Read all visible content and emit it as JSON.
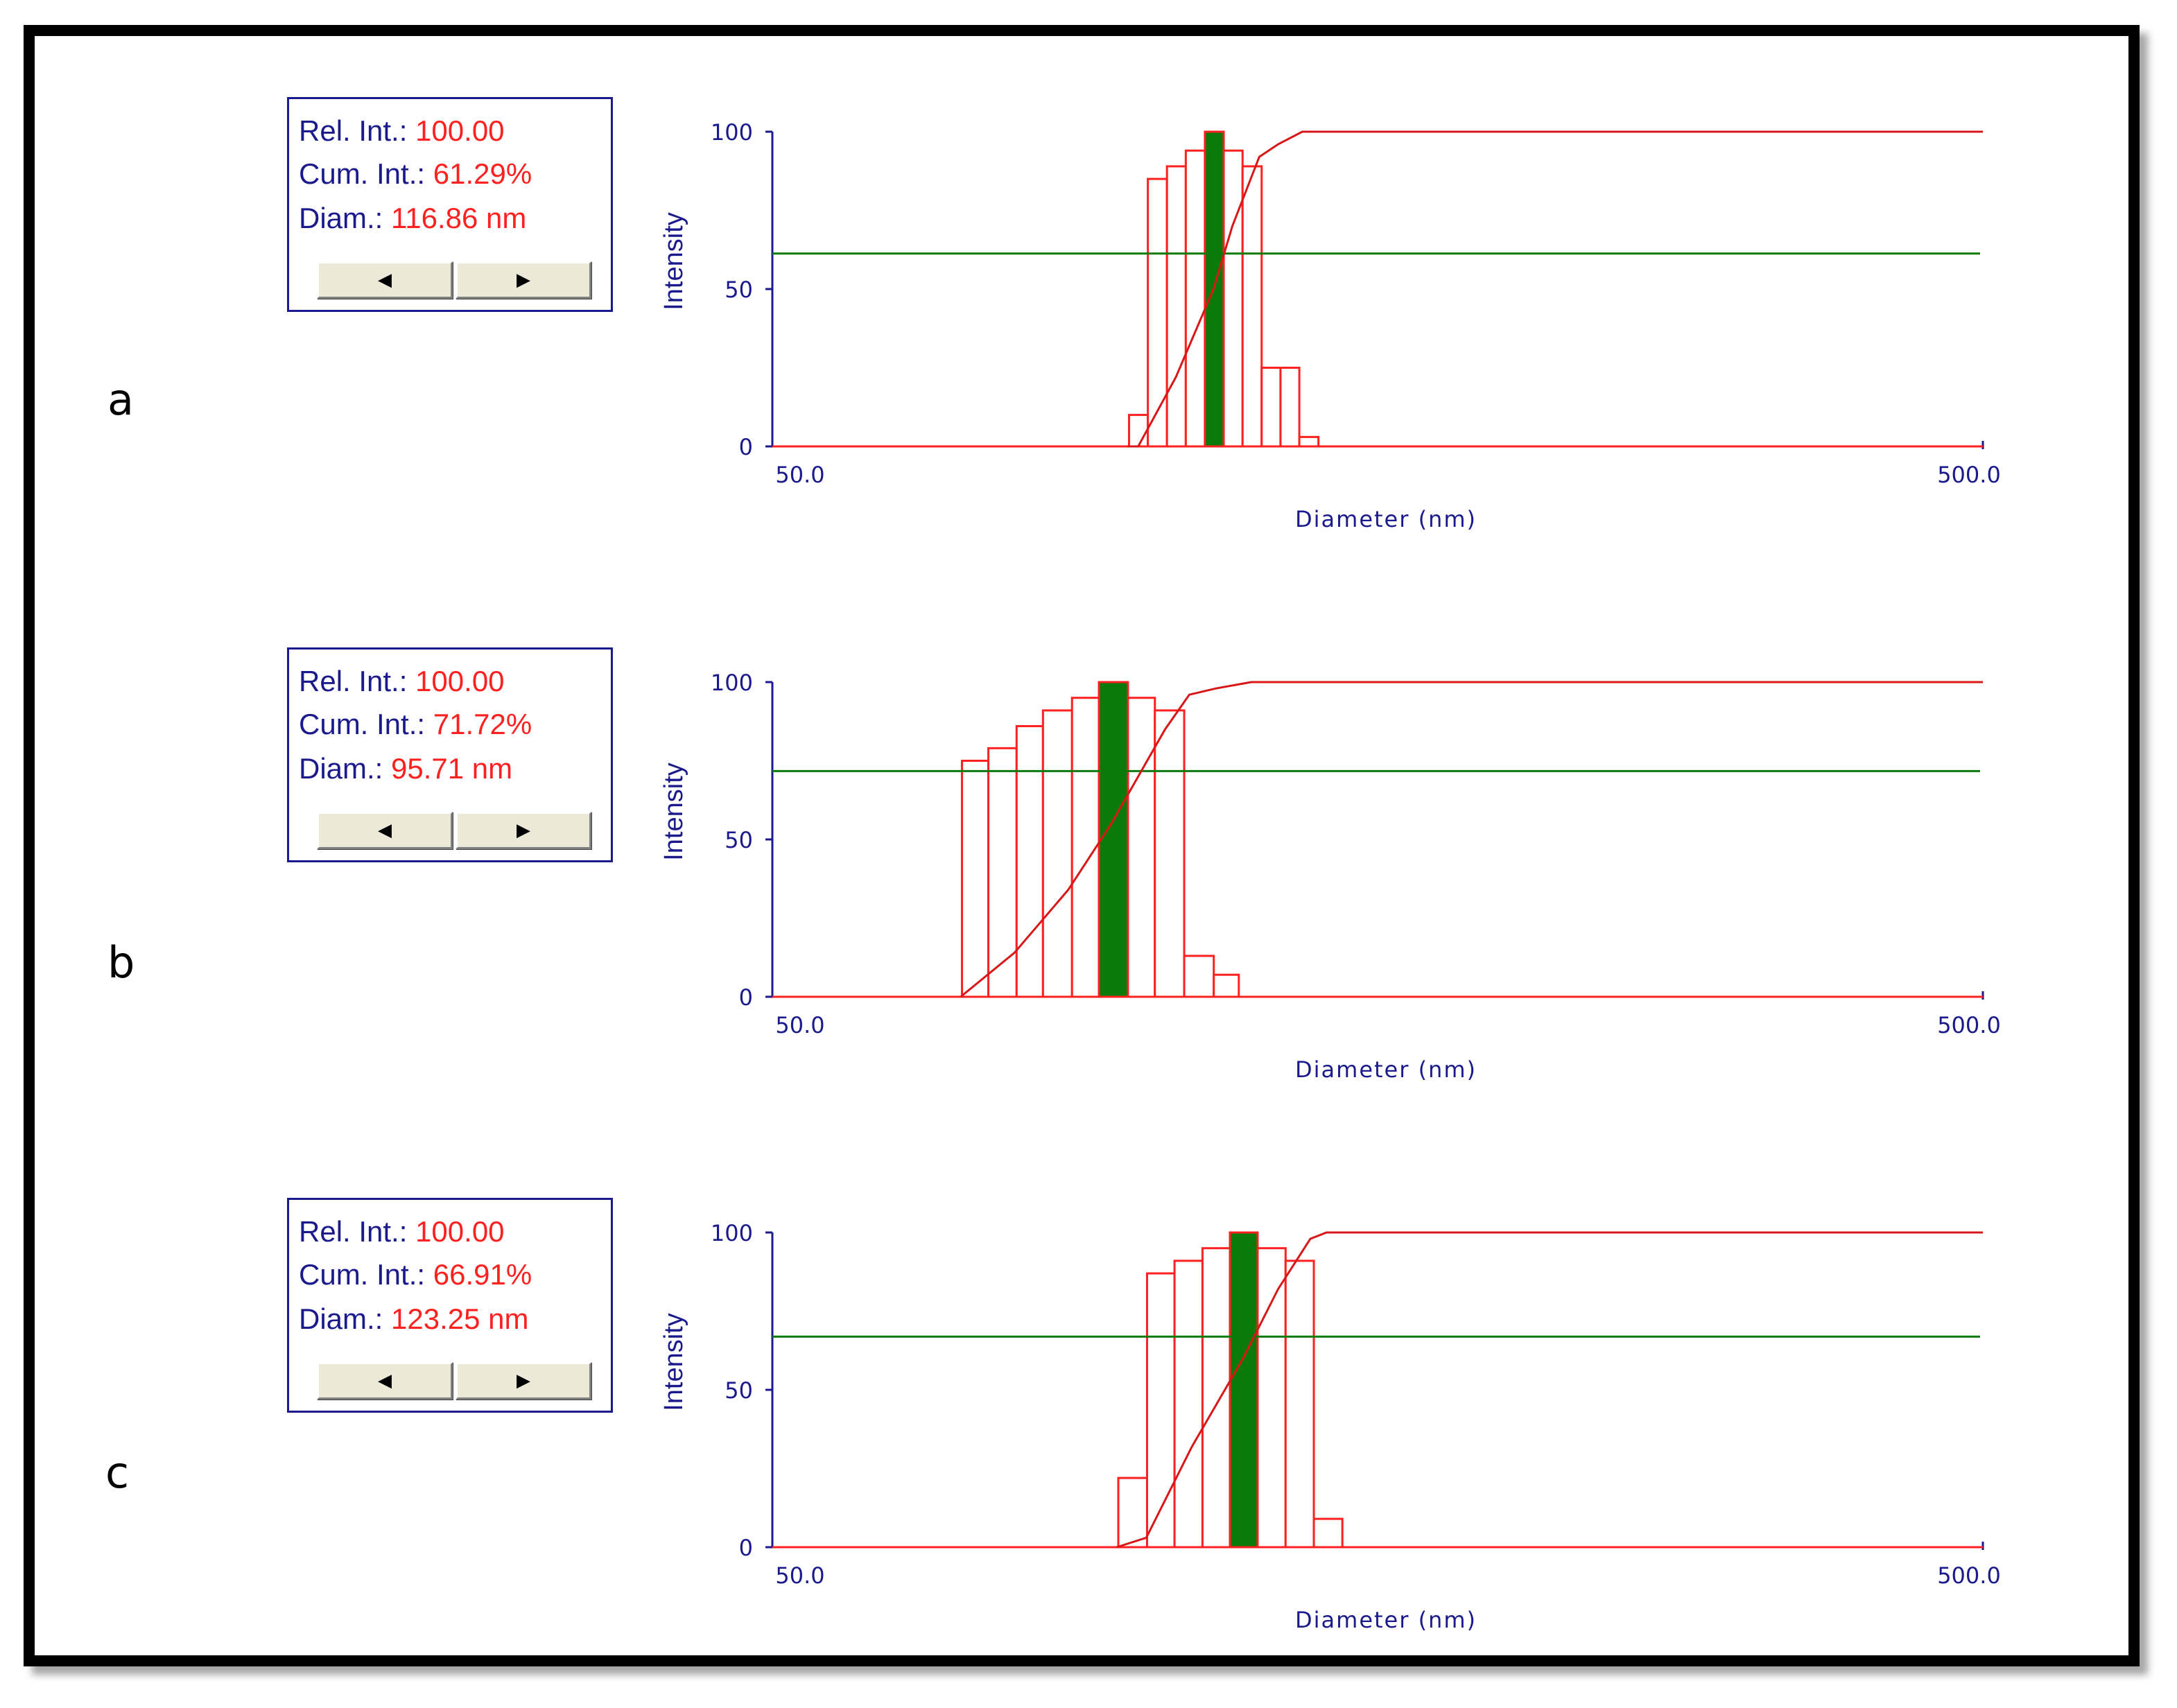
{
  "colors": {
    "bar": "#ff2020",
    "highlight": "#0a7a0a",
    "axis": "#1a1a8c",
    "cumulative": "#d81818",
    "marker": "#0a7a0a"
  },
  "panels": [
    {
      "letter": "a",
      "info": {
        "rel_label": "Rel. Int.:",
        "rel_value": "100.00",
        "cum_label": "Cum. Int.:",
        "cum_value": "61.29%",
        "diam_label": "Diam.:",
        "diam_value": "116.86 nm"
      },
      "prev_icon": "◀",
      "next_icon": "▶"
    },
    {
      "letter": "b",
      "info": {
        "rel_label": "Rel. Int.:",
        "rel_value": "100.00",
        "cum_label": "Cum. Int.:",
        "cum_value": "71.72%",
        "diam_label": "Diam.:",
        "diam_value": "95.71 nm"
      },
      "prev_icon": "◀",
      "next_icon": "▶"
    },
    {
      "letter": "c",
      "info": {
        "rel_label": "Rel. Int.:",
        "rel_value": "100.00",
        "cum_label": "Cum. Int.:",
        "cum_value": "66.91%",
        "diam_label": "Diam.:",
        "diam_value": "123.25 nm"
      },
      "prev_icon": "◀",
      "next_icon": "▶"
    }
  ],
  "chart_data": [
    {
      "type": "bar",
      "xlabel": "Diameter (nm)",
      "ylabel": "Intensity",
      "xlim": [
        50.0,
        500.0
      ],
      "ylim": [
        0,
        100
      ],
      "x_tick_labels": [
        "50.0",
        "500.0"
      ],
      "y_tick_labels": [
        "0",
        "50",
        "100"
      ],
      "bins": [
        [
          182.6,
          189.6,
          10
        ],
        [
          189.6,
          196.7,
          85
        ],
        [
          196.7,
          203.7,
          89
        ],
        [
          203.7,
          210.8,
          94
        ],
        [
          210.8,
          217.8,
          100
        ],
        [
          217.8,
          224.8,
          94
        ],
        [
          224.8,
          231.9,
          89
        ],
        [
          231.9,
          238.9,
          25
        ],
        [
          238.9,
          245.9,
          25
        ],
        [
          245.9,
          253.0,
          3
        ]
      ],
      "highlight_bin": 4,
      "cumulative": [
        [
          182,
          0
        ],
        [
          186,
          0
        ],
        [
          200,
          22
        ],
        [
          214,
          50
        ],
        [
          221,
          70
        ],
        [
          231,
          92
        ],
        [
          238,
          96
        ],
        [
          247,
          100
        ],
        [
          500,
          100
        ]
      ],
      "marker_level": 61.29
    },
    {
      "type": "bar",
      "xlabel": "Diameter (nm)",
      "ylabel": "Intensity",
      "xlim": [
        50.0,
        500.0
      ],
      "ylim": [
        0,
        100
      ],
      "x_tick_labels": [
        "50.0",
        "500.0"
      ],
      "y_tick_labels": [
        "0",
        "50",
        "100"
      ],
      "bins": [
        [
          120.5,
          130.3,
          75
        ],
        [
          130.3,
          140.8,
          79
        ],
        [
          140.8,
          150.6,
          86
        ],
        [
          150.6,
          161.4,
          91
        ],
        [
          161.4,
          171.4,
          95
        ],
        [
          171.4,
          182.2,
          100
        ],
        [
          182.2,
          192.2,
          95
        ],
        [
          192.2,
          203.1,
          91
        ],
        [
          203.1,
          214.1,
          13
        ],
        [
          214.1,
          223.4,
          7
        ]
      ],
      "highlight_bin": 5,
      "cumulative": [
        [
          120,
          0
        ],
        [
          140,
          14
        ],
        [
          160,
          34
        ],
        [
          176,
          55
        ],
        [
          196,
          85
        ],
        [
          205,
          96
        ],
        [
          215,
          98
        ],
        [
          228,
          100
        ],
        [
          500,
          100
        ]
      ],
      "marker_level": 71.72
    },
    {
      "type": "bar",
      "xlabel": "Diameter (nm)",
      "ylabel": "Intensity",
      "xlim": [
        50.0,
        500.0
      ],
      "ylim": [
        0,
        100
      ],
      "x_tick_labels": [
        "50.0",
        "500.0"
      ],
      "y_tick_labels": [
        "0",
        "50",
        "100"
      ],
      "bins": [
        [
          178.6,
          189.3,
          22
        ],
        [
          189.3,
          199.5,
          87
        ],
        [
          199.5,
          209.9,
          91
        ],
        [
          209.9,
          220.1,
          95
        ],
        [
          220.1,
          230.4,
          100
        ],
        [
          230.4,
          240.8,
          95
        ],
        [
          240.8,
          251.3,
          91
        ],
        [
          251.3,
          261.9,
          9
        ]
      ],
      "highlight_bin": 4,
      "cumulative": [
        [
          178,
          0
        ],
        [
          189,
          3
        ],
        [
          206,
          32
        ],
        [
          225,
          60
        ],
        [
          238,
          82
        ],
        [
          250,
          98
        ],
        [
          256,
          100
        ],
        [
          500,
          100
        ]
      ],
      "marker_level": 66.91
    }
  ]
}
